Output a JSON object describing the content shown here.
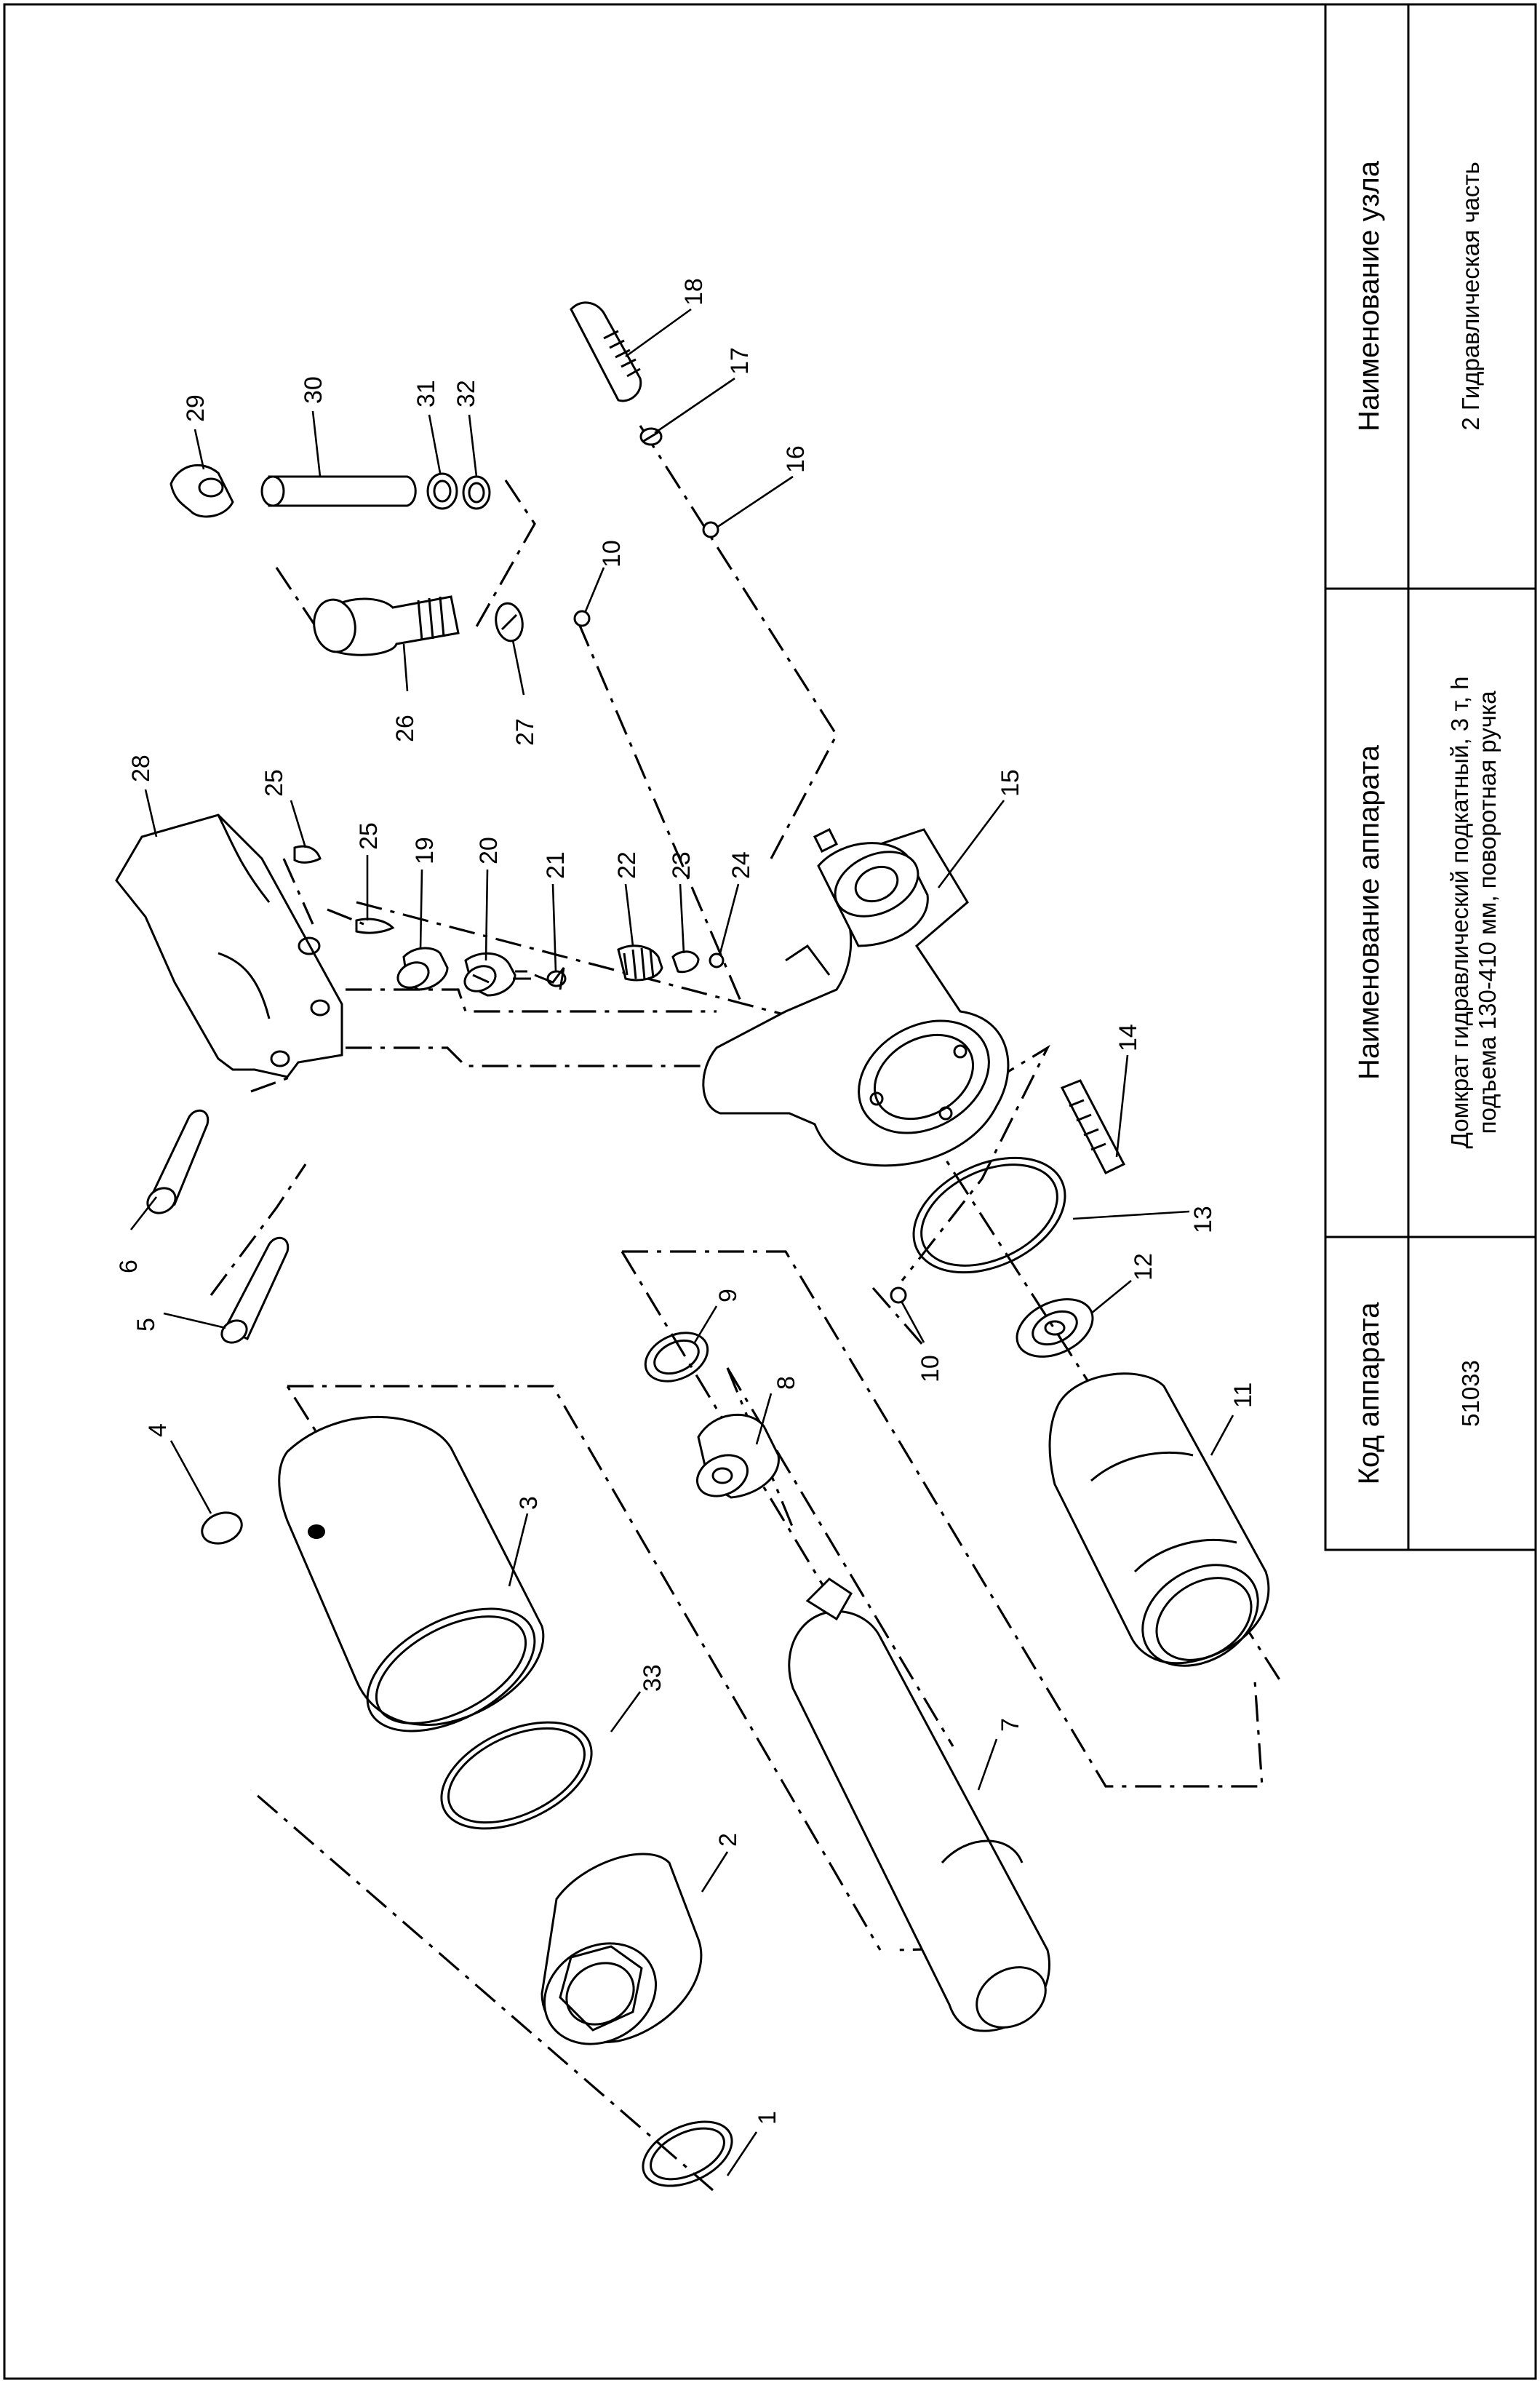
{
  "title_block": {
    "code_header": "Код аппарата",
    "code_value": "51033",
    "name_header": "Наименование аппарата",
    "name_line1": "Домкрат гидравлический подкатный, 3 т, h",
    "name_line2": "подъема  130-410 мм, поворотная ручка",
    "unit_header": "Наименование узла",
    "unit_value": "2 Гидравлическая часть"
  },
  "parts": {
    "p1": "1",
    "p2": "2",
    "p3": "3",
    "p4": "4",
    "p5": "5",
    "p6": "6",
    "p7": "7",
    "p8": "8",
    "p9": "9",
    "p10a": "10",
    "p10b": "10",
    "p11": "11",
    "p12": "12",
    "p13": "13",
    "p14": "14",
    "p15": "15",
    "p16": "16",
    "p17": "17",
    "p18": "18",
    "p19": "19",
    "p20": "20",
    "p21": "21",
    "p22": "22",
    "p23": "23",
    "p24": "24",
    "p25a": "25",
    "p25b": "25",
    "p26": "26",
    "p27": "27",
    "p28": "28",
    "p29": "29",
    "p30": "30",
    "p31": "31",
    "p32": "32",
    "p33": "33"
  }
}
